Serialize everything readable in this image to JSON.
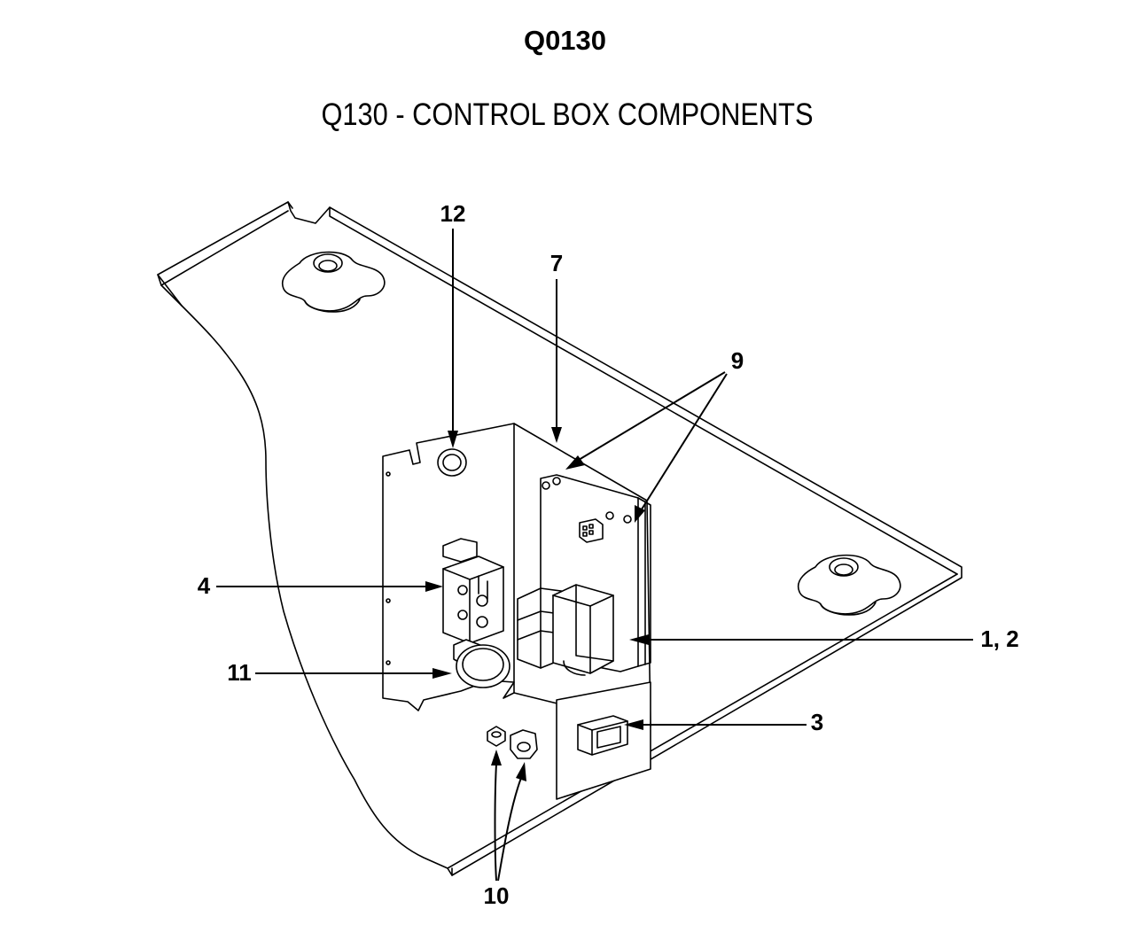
{
  "header": {
    "code": "Q0130",
    "title": "Q130 - CONTROL BOX COMPONENTS"
  },
  "callouts": {
    "c12": "12",
    "c7": "7",
    "c9": "9",
    "c4": "4",
    "c11": "11",
    "c12b": "1, 2",
    "c3": "3",
    "c10": "10"
  }
}
